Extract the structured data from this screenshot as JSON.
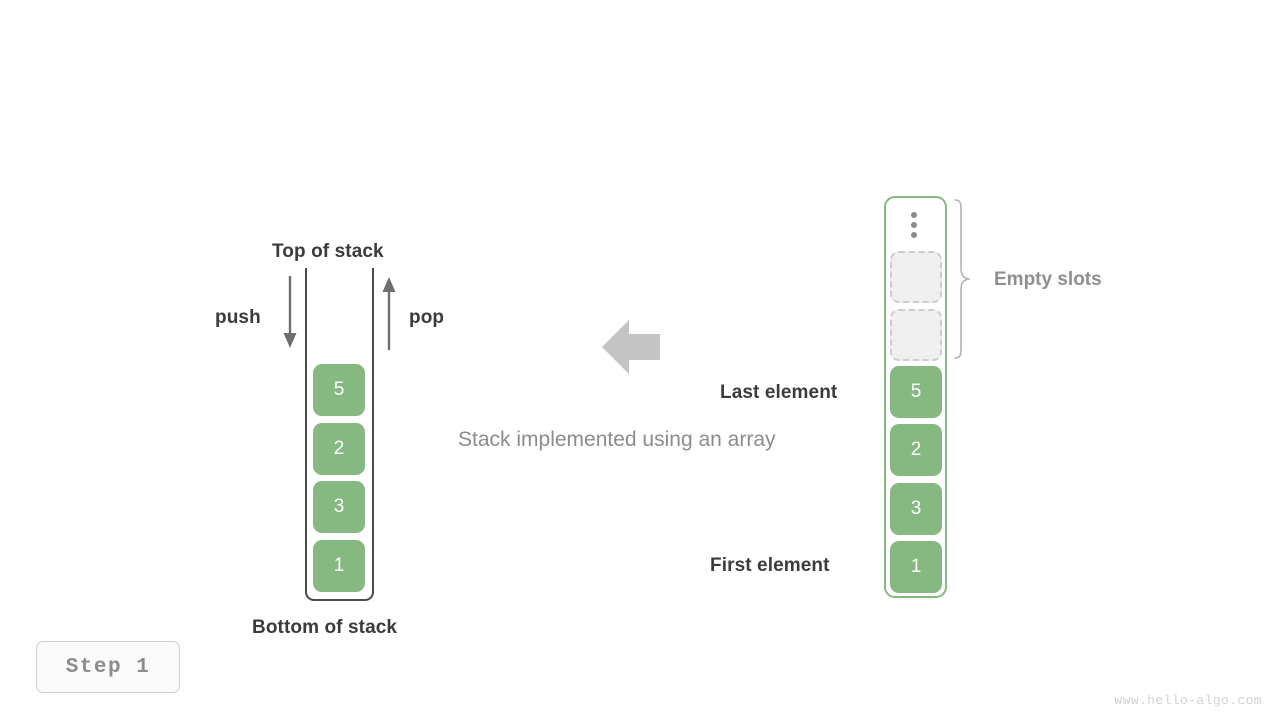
{
  "diagram": {
    "caption": "Stack implemented using an array",
    "step_label": "Step  1",
    "watermark": "www.hello-algo.com",
    "accent_green": "#86b881",
    "text_dark": "#3b3b3b",
    "text_gray": "#8c8c8c",
    "empty_slot_fill": "#f0f0f0",
    "empty_slot_border": "#cccccc"
  },
  "left": {
    "top_label": "Top of stack",
    "bottom_label": "Bottom of stack",
    "push_label": "push",
    "pop_label": "pop",
    "cells": [
      {
        "value": "5"
      },
      {
        "value": "2"
      },
      {
        "value": "3"
      },
      {
        "value": "1"
      }
    ]
  },
  "center": {
    "arrow_icon": "left-block-arrow",
    "arrow_color": "#c4c4c4"
  },
  "right": {
    "empty_slots_label": "Empty slots",
    "last_element_label": "Last element",
    "first_element_label": "First element",
    "overflow_icon": "vertical-ellipsis-icon",
    "empty_slots_count": 2,
    "cells": [
      {
        "value": "5"
      },
      {
        "value": "2"
      },
      {
        "value": "3"
      },
      {
        "value": "1"
      }
    ]
  }
}
